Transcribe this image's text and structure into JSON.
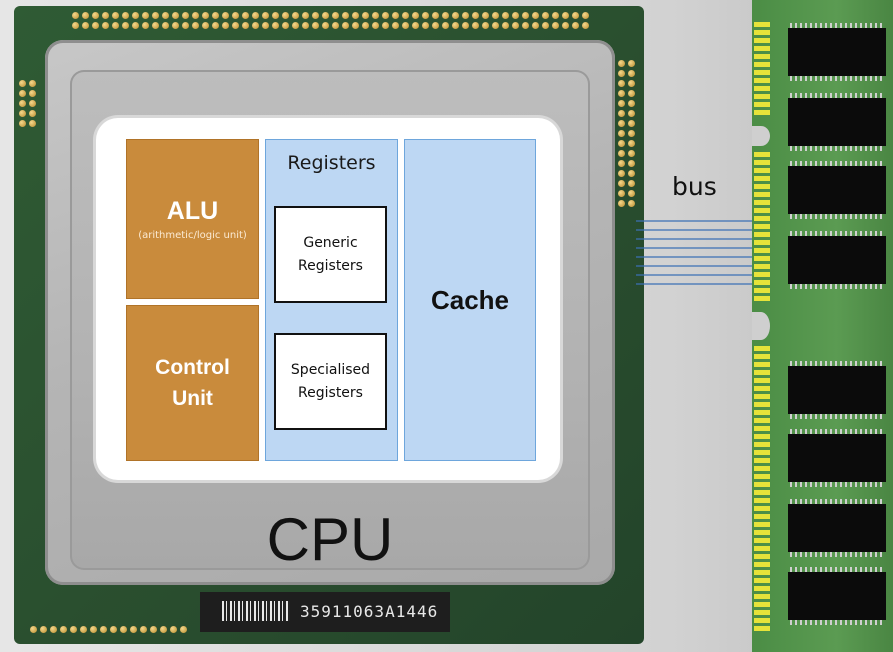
{
  "diagram": {
    "alu": {
      "title": "ALU",
      "subtitle": "(arithmetic/logic unit)"
    },
    "control_unit": {
      "label": "Control Unit"
    },
    "registers": {
      "title": "Registers",
      "generic": "Generic Registers",
      "specialised": "Specialised Registers"
    },
    "cache": {
      "label": "Cache"
    },
    "cpu_label": "CPU",
    "bus_label": "bus",
    "serial_number": "35911063A1446"
  },
  "colors": {
    "alu_fill": "#c98b3c",
    "register_fill": "#bdd7f3",
    "bus_line": "#3b6fb5",
    "ram_pcb": "#5b9b52",
    "cpu_pcb": "#2f5b34"
  }
}
